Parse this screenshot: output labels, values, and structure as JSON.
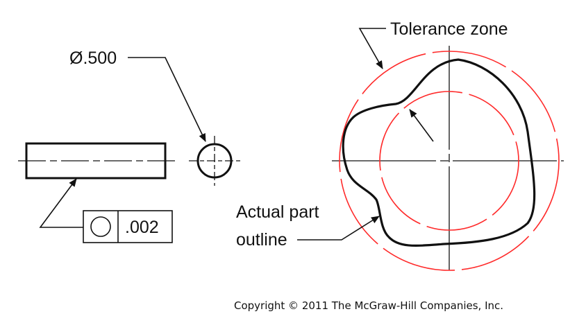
{
  "diameter_callout": "Ø.500",
  "control_frame": {
    "symbol": "circularity-symbol",
    "tolerance": ".002"
  },
  "labels": {
    "tolerance_zone": "Tolerance zone",
    "actual_part_line1": "Actual part",
    "actual_part_line2": "outline"
  },
  "copyright": "Copyright © 2011 The McGraw-Hill Companies, Inc.",
  "colors": {
    "ink": "#111111",
    "tolerance_zone": "#ff2a2a"
  }
}
